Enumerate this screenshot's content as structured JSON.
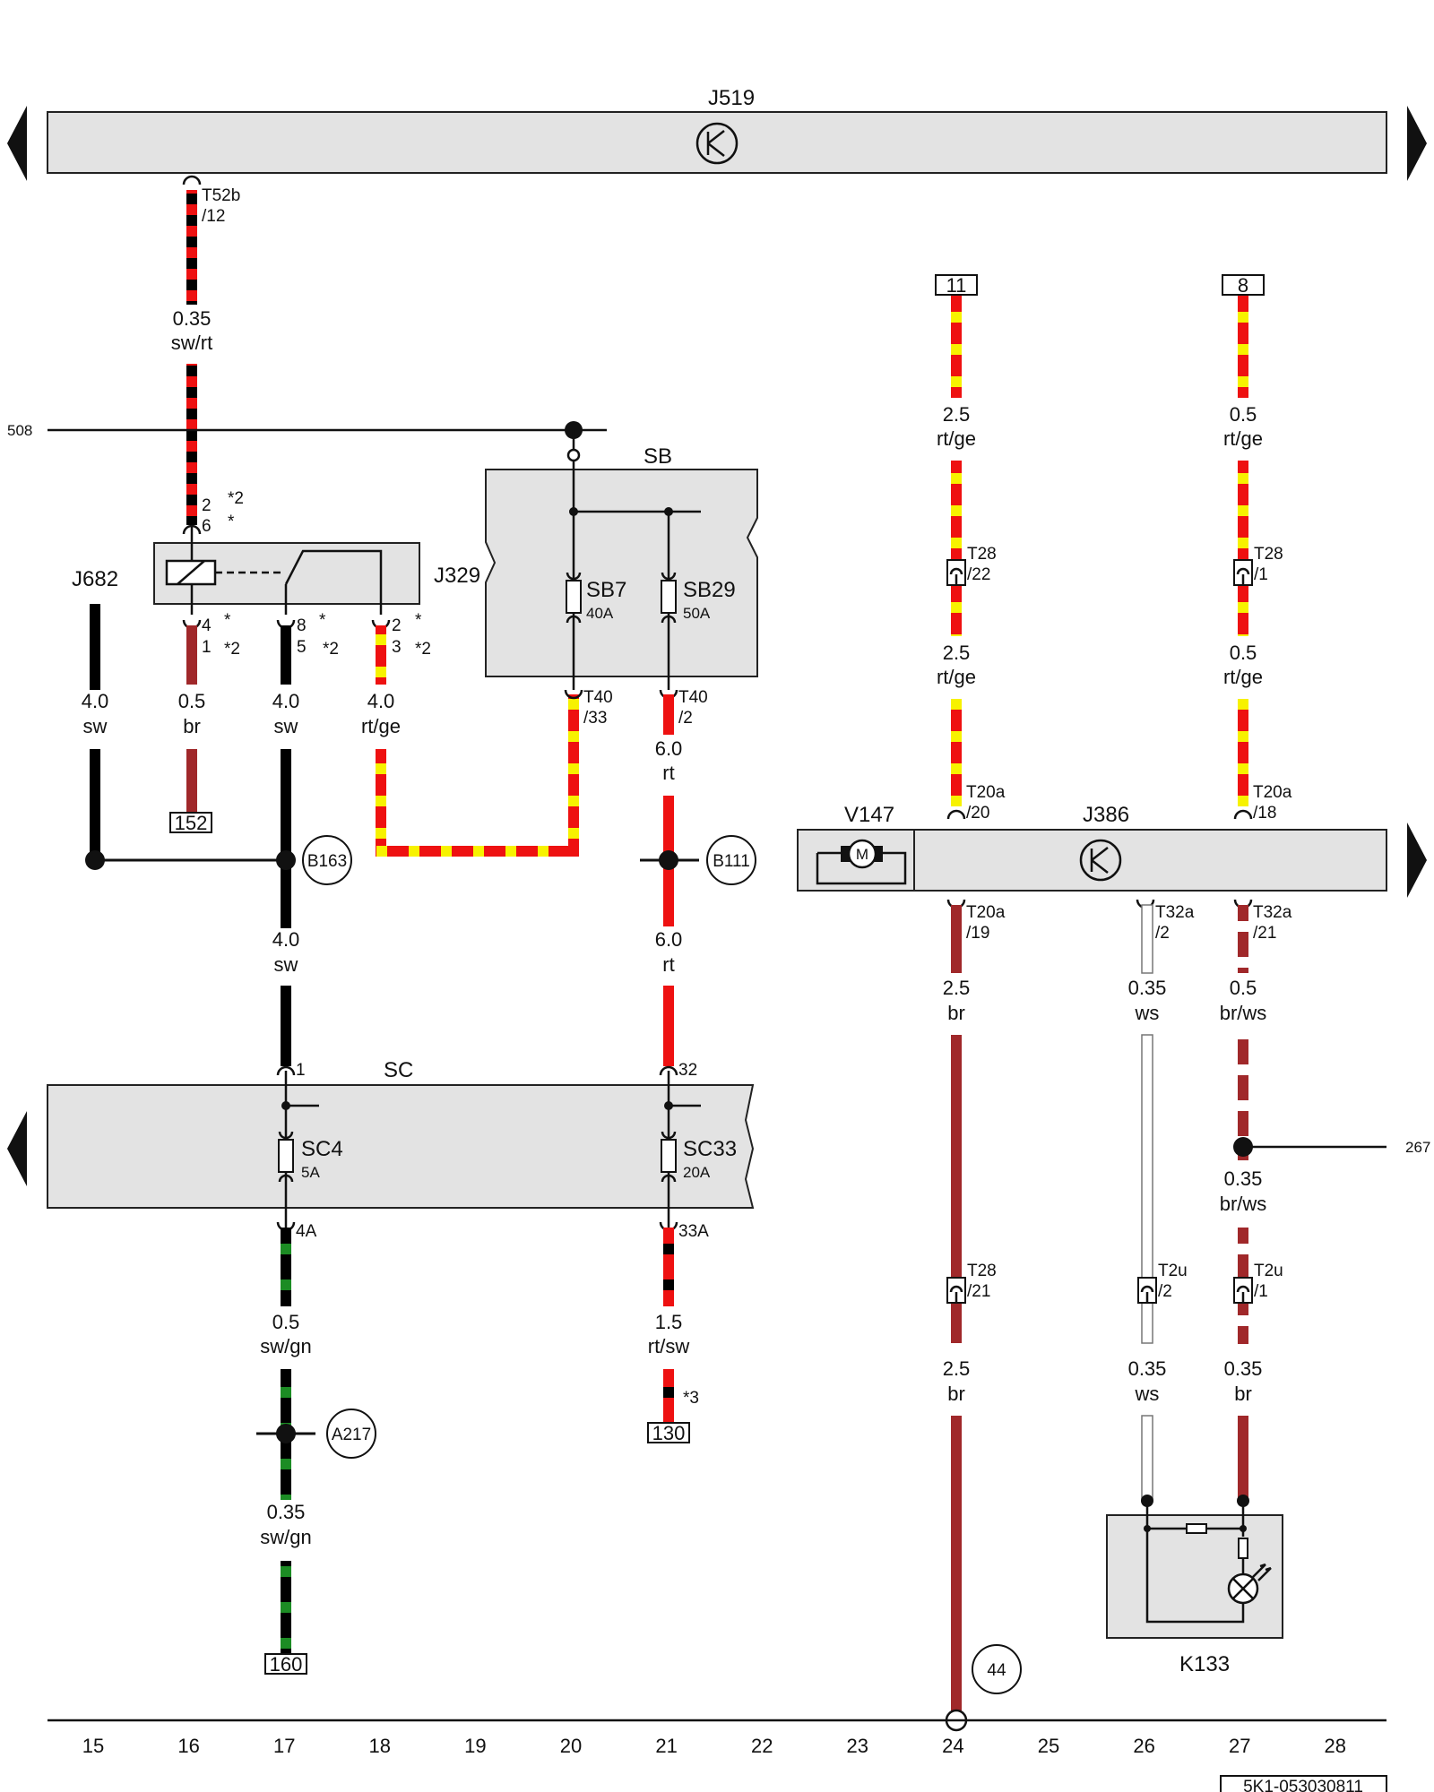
{
  "components": {
    "J519": {
      "name": "J519"
    },
    "SB": {
      "name": "SB",
      "fuses": [
        {
          "name": "SB7",
          "rating": "40A"
        },
        {
          "name": "SB29",
          "rating": "50A"
        }
      ]
    },
    "SC": {
      "name": "SC",
      "fuses": [
        {
          "name": "SC4",
          "rating": "5A"
        },
        {
          "name": "SC33",
          "rating": "20A"
        }
      ]
    },
    "J329": {
      "name": "J329"
    },
    "J682": {
      "name": "J682"
    },
    "V147": {
      "name": "V147",
      "motor": "M"
    },
    "J386": {
      "name": "J386"
    },
    "K133": {
      "name": "K133"
    }
  },
  "connectors": [
    {
      "text": "T52b"
    },
    {
      "text": "/12"
    },
    {
      "text": "T40"
    },
    {
      "text": "/33"
    },
    {
      "text": "T40"
    },
    {
      "text": "/2"
    },
    {
      "text": "T28"
    },
    {
      "text": "/22"
    },
    {
      "text": "T28"
    },
    {
      "text": "/1"
    },
    {
      "text": "T20a"
    },
    {
      "text": "/20"
    },
    {
      "text": "T20a"
    },
    {
      "text": "/18"
    },
    {
      "text": "T20a"
    },
    {
      "text": "/19"
    },
    {
      "text": "T32a"
    },
    {
      "text": "/2"
    },
    {
      "text": "T32a"
    },
    {
      "text": "/21"
    },
    {
      "text": "T28"
    },
    {
      "text": "/21"
    },
    {
      "text": "T2u"
    },
    {
      "text": "/2"
    },
    {
      "text": "T2u"
    },
    {
      "text": "/1"
    },
    {
      "text": "1"
    },
    {
      "text": "32"
    },
    {
      "text": "4A"
    },
    {
      "text": "33A"
    }
  ],
  "pins": [
    {
      "text": "2"
    },
    {
      "text": "*2"
    },
    {
      "text": "6"
    },
    {
      "text": "*"
    },
    {
      "text": "4"
    },
    {
      "text": "*"
    },
    {
      "text": "1"
    },
    {
      "text": "*2"
    },
    {
      "text": "8"
    },
    {
      "text": "*"
    },
    {
      "text": "5"
    },
    {
      "text": "*2"
    },
    {
      "text": "2"
    },
    {
      "text": "*"
    },
    {
      "text": "3"
    },
    {
      "text": "*2"
    },
    {
      "text": "*3"
    }
  ],
  "wires": [
    {
      "size": "0.35",
      "color": "sw/rt"
    },
    {
      "size": "4.0",
      "color": "sw"
    },
    {
      "size": "0.5",
      "color": "br"
    },
    {
      "size": "4.0",
      "color": "sw"
    },
    {
      "size": "4.0",
      "color": "rt/ge"
    },
    {
      "size": "6.0",
      "color": "rt"
    },
    {
      "size": "4.0",
      "color": "sw"
    },
    {
      "size": "6.0",
      "color": "rt"
    },
    {
      "size": "0.5",
      "color": "sw/gn"
    },
    {
      "size": "1.5",
      "color": "rt/sw"
    },
    {
      "size": "0.35",
      "color": "sw/gn"
    },
    {
      "size": "2.5",
      "color": "rt/ge"
    },
    {
      "size": "2.5",
      "color": "rt/ge"
    },
    {
      "size": "0.5",
      "color": "rt/ge"
    },
    {
      "size": "0.5",
      "color": "rt/ge"
    },
    {
      "size": "2.5",
      "color": "br"
    },
    {
      "size": "0.35",
      "color": "ws"
    },
    {
      "size": "0.5",
      "color": "br/ws"
    },
    {
      "size": "0.35",
      "color": "br/ws"
    },
    {
      "size": "2.5",
      "color": "br"
    },
    {
      "size": "0.35",
      "color": "ws"
    },
    {
      "size": "0.35",
      "color": "br"
    }
  ],
  "references": [
    {
      "text": "152"
    },
    {
      "text": "160"
    },
    {
      "text": "130"
    },
    {
      "text": "11"
    },
    {
      "text": "8"
    }
  ],
  "splices": [
    {
      "text": "B163"
    },
    {
      "text": "B111"
    },
    {
      "text": "A217"
    },
    {
      "text": "44"
    }
  ],
  "side_refs": {
    "left": "508",
    "right": "267"
  },
  "columns": [
    "15",
    "16",
    "17",
    "18",
    "19",
    "20",
    "21",
    "22",
    "23",
    "24",
    "25",
    "26",
    "27",
    "28"
  ],
  "footer": {
    "code": "5K1-053030811"
  },
  "colors": {
    "sw": "#000000",
    "rt": "#ee1111",
    "ge": "#f7f200",
    "br": "#a0282a",
    "ws": "#ffffff",
    "gn": "#1c8c24",
    "box": "#e3e3e3"
  }
}
